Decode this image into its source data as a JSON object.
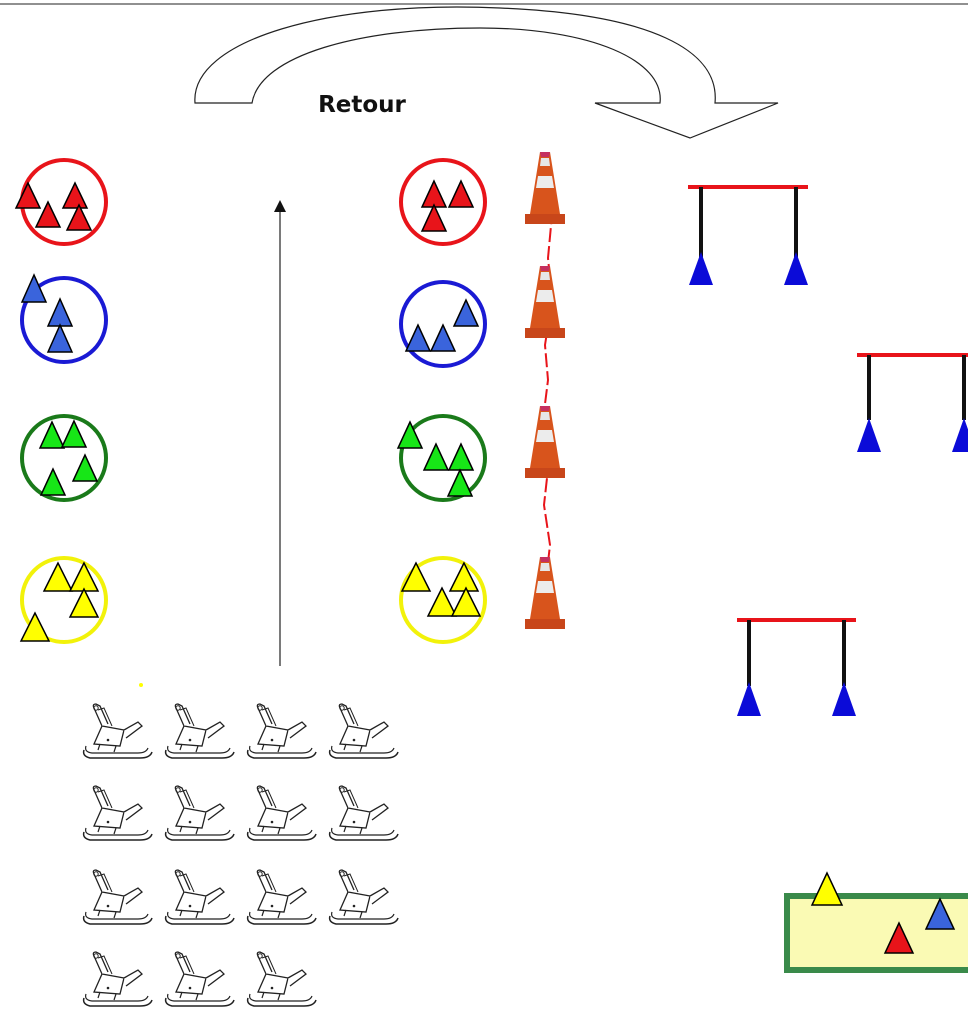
{
  "return_label": "Retour",
  "colors": {
    "red": "#e8141a",
    "blue": "#3a64dc",
    "green": "#17e617",
    "yellow": "#ffff00",
    "ring_red": "#e8141a",
    "ring_blue": "#1a1ad4",
    "ring_green": "#1a7a1a",
    "ring_yellow": "#f2f20a",
    "hurdle_bar": "#e8141a",
    "hurdle_post": "#111111",
    "hurdle_foot": "#0b0bd8",
    "landing_fill": "#fafab4",
    "landing_border": "#3a8a4a",
    "cone": "#d8541c"
  },
  "icons": [
    "curved-return-arrow-icon",
    "straight-up-arrow-icon",
    "traffic-cone-icon",
    "sled-icon",
    "triangle-marker-icon",
    "hurdle-icon"
  ],
  "start_rings": [
    "red",
    "blue",
    "green",
    "yellow"
  ],
  "end_rings": [
    "red",
    "blue",
    "green",
    "yellow"
  ],
  "cone_count": 4,
  "hurdle_count": 3,
  "sled_rows": [
    4,
    4,
    4,
    3
  ],
  "landing_zone_markers": [
    "yellow",
    "red",
    "blue"
  ]
}
